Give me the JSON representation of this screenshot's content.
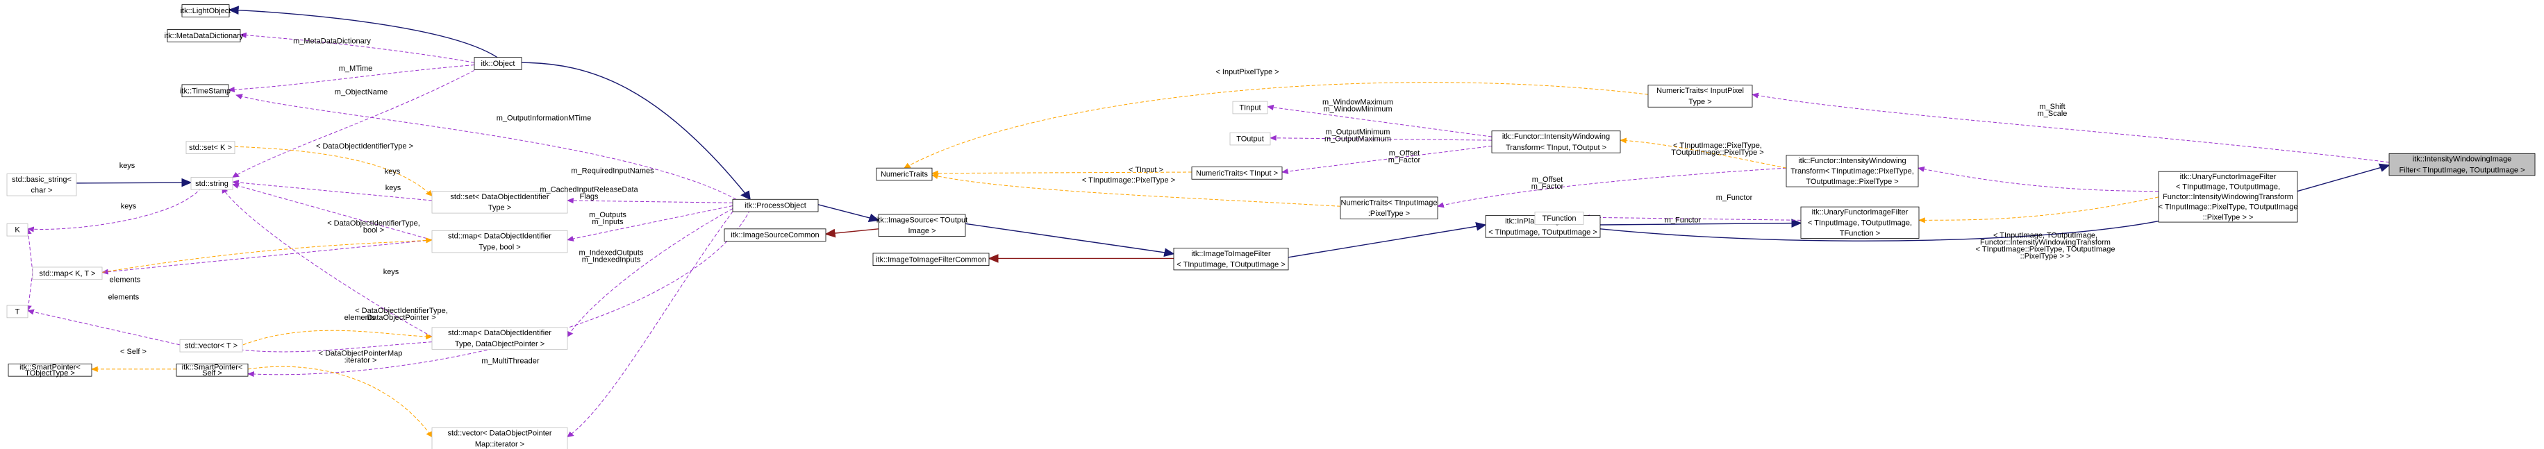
{
  "colors": {
    "inherit": "#191970",
    "usage": "#9a32cd",
    "template": "#ffa500",
    "private": "#8b1a1a",
    "box_border": "#000000",
    "box_border_undoc": "#bfbfbf",
    "highlight_fill": "#bfbfbf"
  },
  "nodes": [
    {
      "id": "LightObject",
      "lines": [
        "itk::LightObject"
      ],
      "style": "doc"
    },
    {
      "id": "MetaDataDictionary",
      "lines": [
        "itk::MetaDataDictionary"
      ],
      "style": "doc"
    },
    {
      "id": "Object",
      "lines": [
        "itk::Object"
      ],
      "style": "doc"
    },
    {
      "id": "TimeStamp",
      "lines": [
        "itk::TimeStamp"
      ],
      "style": "doc"
    },
    {
      "id": "stdset",
      "lines": [
        "std::set< K >"
      ],
      "style": "undoc"
    },
    {
      "id": "stdbasicstring",
      "lines": [
        "std::basic_string<",
        "char >"
      ],
      "style": "undoc"
    },
    {
      "id": "stdstring",
      "lines": [
        "std::string"
      ],
      "style": "undoc"
    },
    {
      "id": "K",
      "lines": [
        "K"
      ],
      "style": "undoc"
    },
    {
      "id": "stdmapKT",
      "lines": [
        "std::map< K, T >"
      ],
      "style": "undoc"
    },
    {
      "id": "T",
      "lines": [
        "T"
      ],
      "style": "undoc"
    },
    {
      "id": "stdvectorT",
      "lines": [
        "std::vector< T >"
      ],
      "style": "undoc"
    },
    {
      "id": "SmartPointerTObject",
      "lines": [
        "itk::SmartPointer<",
        "TObjectType >"
      ],
      "style": "doc"
    },
    {
      "id": "SmartPointerSelf",
      "lines": [
        "itk::SmartPointer<",
        "Self >"
      ],
      "style": "doc"
    },
    {
      "id": "setDOI",
      "lines": [
        "std::set< DataObjectIdentifier",
        "Type >"
      ],
      "style": "undoc"
    },
    {
      "id": "mapDOIbool",
      "lines": [
        "std::map< DataObjectIdentifier",
        "Type, bool >"
      ],
      "style": "undoc"
    },
    {
      "id": "mapDOIptr",
      "lines": [
        "std::map< DataObjectIdentifier",
        "Type, DataObjectPointer >"
      ],
      "style": "undoc"
    },
    {
      "id": "vectorDOPMap",
      "lines": [
        "std::vector< DataObjectPointer",
        "Map::iterator >"
      ],
      "style": "undoc"
    },
    {
      "id": "ProcessObject",
      "lines": [
        "itk::ProcessObject"
      ],
      "style": "doc"
    },
    {
      "id": "ImageSourceCommon",
      "lines": [
        "itk::ImageSourceCommon"
      ],
      "style": "doc"
    },
    {
      "id": "ImageSource",
      "lines": [
        "itk::ImageSource< TOutput",
        "Image >"
      ],
      "style": "doc"
    },
    {
      "id": "ImageToImageFilterCommon",
      "lines": [
        "itk::ImageToImageFilterCommon"
      ],
      "style": "doc"
    },
    {
      "id": "ImageToImageFilter",
      "lines": [
        "itk::ImageToImageFilter",
        "< TInputImage, TOutputImage >"
      ],
      "style": "doc"
    },
    {
      "id": "NumericTraits",
      "lines": [
        "NumericTraits"
      ],
      "style": "doc"
    },
    {
      "id": "TInput",
      "lines": [
        "TInput"
      ],
      "style": "undoc"
    },
    {
      "id": "TOutput",
      "lines": [
        "TOutput"
      ],
      "style": "undoc"
    },
    {
      "id": "NumericTraitsTInput",
      "lines": [
        "NumericTraits< TInput >"
      ],
      "style": "doc"
    },
    {
      "id": "NumericTraitsTInputPixel",
      "lines": [
        "NumericTraits< TInputImage",
        ":PixelType >"
      ],
      "style": "doc"
    },
    {
      "id": "FunctorIWT",
      "lines": [
        "itk::Functor::IntensityWindowing",
        "Transform< TInput, TOutput >"
      ],
      "style": "doc"
    },
    {
      "id": "InPlaceImageFilter",
      "lines": [
        "itk::InPlaceImageFilter",
        "< TInputImage, TOutputImage >"
      ],
      "style": "doc"
    },
    {
      "id": "NumericTraitsInputPixel",
      "lines": [
        "NumericTraits< InputPixel",
        "Type >"
      ],
      "style": "doc"
    },
    {
      "id": "FunctorIWTPixel",
      "lines": [
        "itk::Functor::IntensityWindowing",
        "Transform< TInputImage::PixelType,",
        "TOutputImage::PixelType >"
      ],
      "style": "doc"
    },
    {
      "id": "TFunction",
      "lines": [
        "TFunction"
      ],
      "style": "undoc"
    },
    {
      "id": "UnaryFunctorTF",
      "lines": [
        "itk::UnaryFunctorImageFilter",
        "< TInputImage, TOutputImage,",
        "TFunction >"
      ],
      "style": "doc"
    },
    {
      "id": "UnaryFunctorIWT",
      "lines": [
        "itk::UnaryFunctorImageFilter",
        "< TInputImage, TOutputImage,",
        "Functor::IntensityWindowingTransform",
        "< TInputImage::PixelType, TOutputImage",
        "::PixelType > >"
      ],
      "style": "doc"
    },
    {
      "id": "IntensityWindowingImageFilter",
      "lines": [
        "itk::IntensityWindowingImage",
        "Filter< TInputImage, TOutputImage >"
      ],
      "style": "highlight"
    }
  ],
  "edge_labels": [
    {
      "id": "l_metadata",
      "lines": [
        "m_MetaDataDictionary"
      ]
    },
    {
      "id": "l_mtime",
      "lines": [
        "m_MTime"
      ]
    },
    {
      "id": "l_objectname",
      "lines": [
        "m_ObjectName"
      ]
    },
    {
      "id": "l_keys_basic",
      "lines": [
        "keys"
      ]
    },
    {
      "id": "l_doitype1",
      "lines": [
        "< DataObjectIdentifierType >"
      ]
    },
    {
      "id": "l_keys1",
      "lines": [
        "keys"
      ]
    },
    {
      "id": "l_keys2",
      "lines": [
        "keys"
      ]
    },
    {
      "id": "l_keys3",
      "lines": [
        "keys"
      ]
    },
    {
      "id": "l_keys4",
      "lines": [
        "keys"
      ]
    },
    {
      "id": "l_doitype_bool",
      "lines": [
        "< DataObjectIdentifierType,",
        "bool >"
      ]
    },
    {
      "id": "l_elements1",
      "lines": [
        "elements"
      ]
    },
    {
      "id": "l_elements2",
      "lines": [
        "elements"
      ]
    },
    {
      "id": "l_doitype_ptr",
      "lines": [
        "< DataObjectIdentifierType,",
        "DataObjectPointer >"
      ]
    },
    {
      "id": "l_elements3",
      "lines": [
        "elements"
      ]
    },
    {
      "id": "l_self",
      "lines": [
        "< Self >"
      ]
    },
    {
      "id": "l_dopmap_iter",
      "lines": [
        "< DataObjectPointerMap",
        ":iterator >"
      ]
    },
    {
      "id": "l_outputinfo",
      "lines": [
        "m_OutputInformationMTime"
      ]
    },
    {
      "id": "l_required",
      "lines": [
        "m_RequiredInputNames"
      ]
    },
    {
      "id": "l_cached",
      "lines": [
        "m_CachedInputReleaseData",
        "Flags"
      ]
    },
    {
      "id": "l_outputs",
      "lines": [
        "m_Outputs",
        "m_Inputs"
      ]
    },
    {
      "id": "l_indexed",
      "lines": [
        "m_IndexedOutputs",
        "m_IndexedInputs"
      ]
    },
    {
      "id": "l_multithreader",
      "lines": [
        "m_MultiThreader"
      ]
    },
    {
      "id": "l_inputpixeltype",
      "lines": [
        "< InputPixelType >"
      ]
    },
    {
      "id": "l_window",
      "lines": [
        "m_WindowMaximum",
        "m_WindowMinimum"
      ]
    },
    {
      "id": "l_outputminmax",
      "lines": [
        "m_OutputMinimum",
        "m_OutputMaximum"
      ]
    },
    {
      "id": "l_offset_factor1",
      "lines": [
        "m_Offset",
        "m_Factor"
      ]
    },
    {
      "id": "l_tinput",
      "lines": [
        "< TInput >"
      ]
    },
    {
      "id": "l_tinputpixel",
      "lines": [
        "< TInputImage::PixelType >"
      ]
    },
    {
      "id": "l_pixeltypes",
      "lines": [
        "< TInputImage::PixelType,",
        "TOutputImage::PixelType >"
      ]
    },
    {
      "id": "l_offset_factor2",
      "lines": [
        "m_Offset",
        "m_Factor"
      ]
    },
    {
      "id": "l_functor1",
      "lines": [
        "m_Functor"
      ]
    },
    {
      "id": "l_functor2",
      "lines": [
        "m_Functor"
      ]
    },
    {
      "id": "l_long_template",
      "lines": [
        "< TInputImage, TOutputImage,",
        "Functor::IntensityWindowingTransform",
        "< TInputImage::PixelType, TOutputImage",
        "::PixelType > >"
      ]
    },
    {
      "id": "l_shift_scale",
      "lines": [
        "m_Shift",
        "m_Scale"
      ]
    }
  ]
}
